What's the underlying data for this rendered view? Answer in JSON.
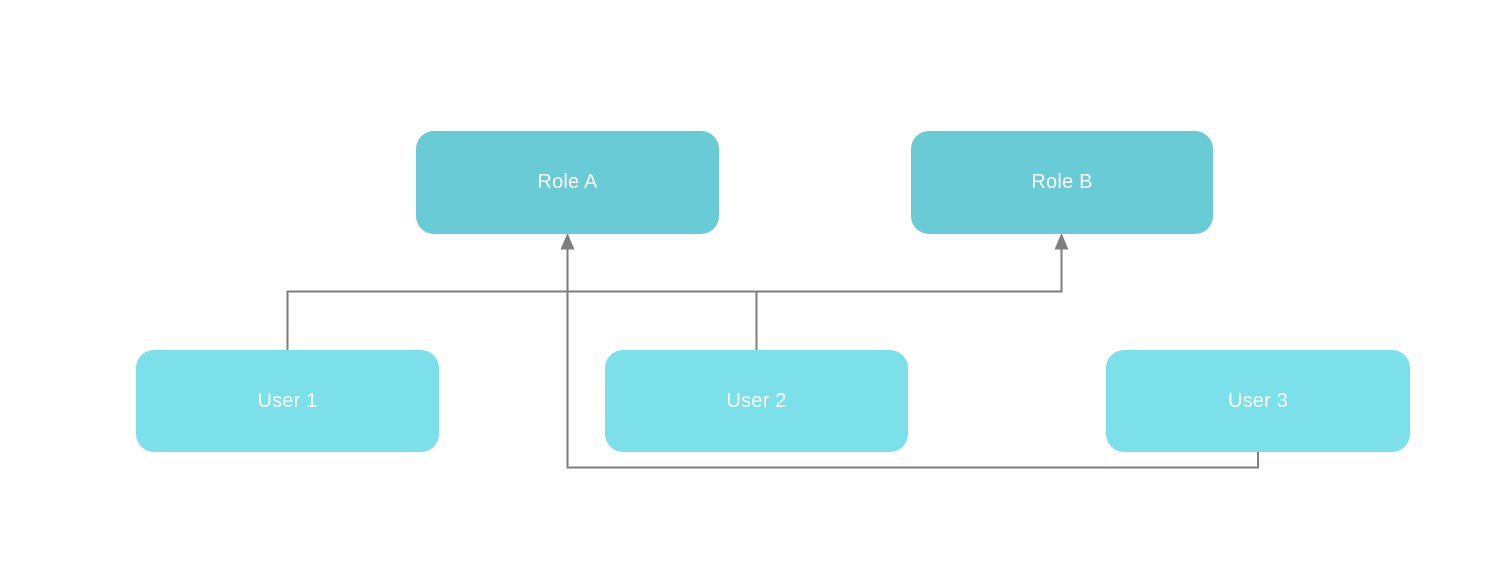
{
  "diagram": {
    "type": "role-assignment-diagram",
    "background_color": "#ffffff",
    "connector_color": "#7e7e7e",
    "role_fill": "#69cbd6",
    "user_fill": "#7ce0ea",
    "node_text_color": "#ffffff",
    "nodes": [
      {
        "id": "role-a",
        "label": "Role A",
        "kind": "role"
      },
      {
        "id": "role-b",
        "label": "Role B",
        "kind": "role"
      },
      {
        "id": "user-1",
        "label": "User 1",
        "kind": "user"
      },
      {
        "id": "user-2",
        "label": "User 2",
        "kind": "user"
      },
      {
        "id": "user-3",
        "label": "User 3",
        "kind": "user"
      }
    ],
    "edges": [
      {
        "from": "User 1",
        "to": "Role B",
        "arrow": "arrowhead-at-target"
      },
      {
        "from": "User 2",
        "to": "Role B",
        "arrow": "arrowhead-at-target"
      },
      {
        "from": "User 3",
        "to": "Role A",
        "arrow": "arrowhead-at-target"
      }
    ]
  }
}
